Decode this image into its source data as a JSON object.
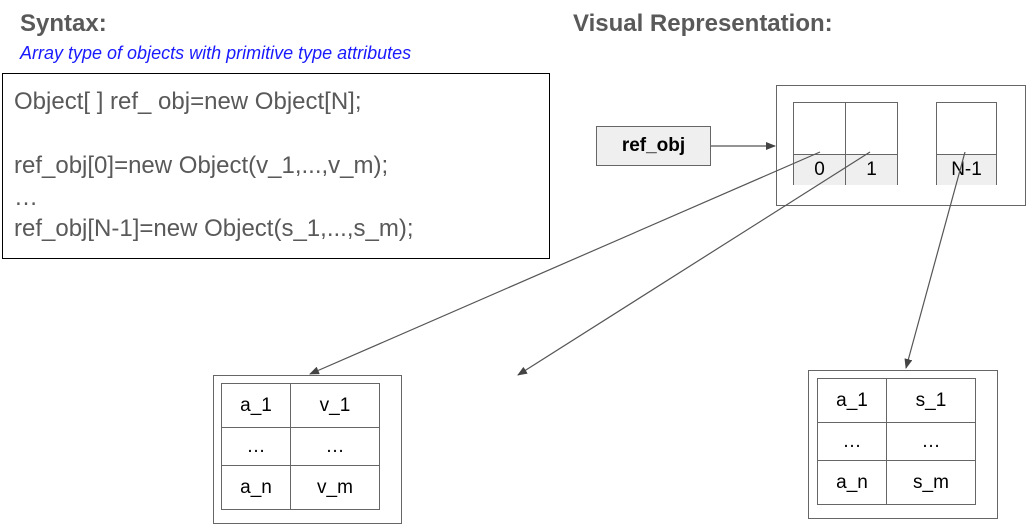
{
  "syntax": {
    "heading": "Syntax:",
    "subtitle": "Array type of objects with primitive type attributes",
    "code_lines": [
      "Object[ ] ref_ obj=new Object[N];",
      "ref_obj[0]=new Object(v_1,...,v_m);",
      "…",
      "ref_obj[N-1]=new Object(s_1,...,s_m);"
    ]
  },
  "visual": {
    "heading": "Visual Representation:",
    "ref_label": "ref_obj",
    "array_indices": [
      "0",
      "1",
      "N-1"
    ],
    "object_left": {
      "rows": [
        [
          "a_1",
          "v_1"
        ],
        [
          "…",
          "…"
        ],
        [
          "a_n",
          "v_m"
        ]
      ]
    },
    "object_right": {
      "rows": [
        [
          "a_1",
          "s_1"
        ],
        [
          "…",
          "…"
        ],
        [
          "a_n",
          "s_m"
        ]
      ]
    }
  },
  "colors": {
    "heading": "#595959",
    "subtitle": "#1a1aff",
    "line": "#555555"
  }
}
